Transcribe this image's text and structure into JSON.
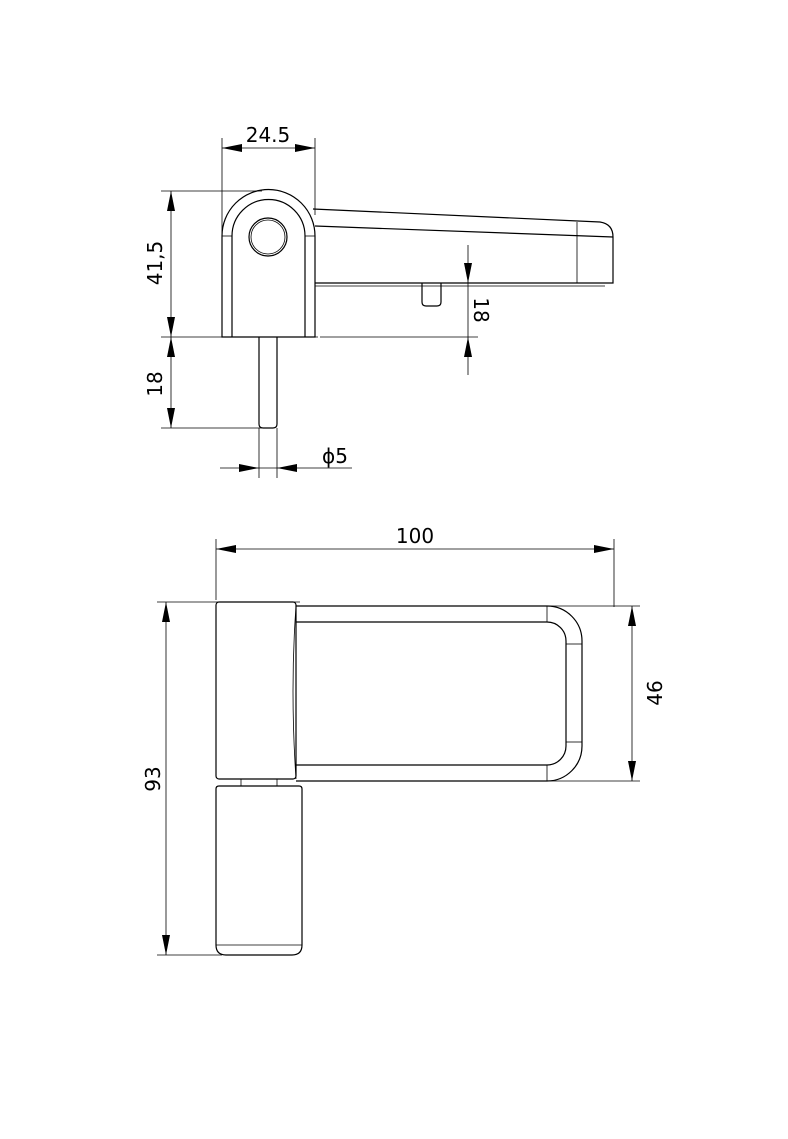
{
  "drawing": {
    "side_view": {
      "dim_width": "24.5",
      "dim_height": "41,5",
      "dim_pin_length": "18",
      "dim_pin_diameter": "ϕ5",
      "dim_offset": "18"
    },
    "top_view": {
      "dim_length": "100",
      "dim_height": "93",
      "dim_plate_width": "46"
    },
    "line_color": "#000000"
  }
}
